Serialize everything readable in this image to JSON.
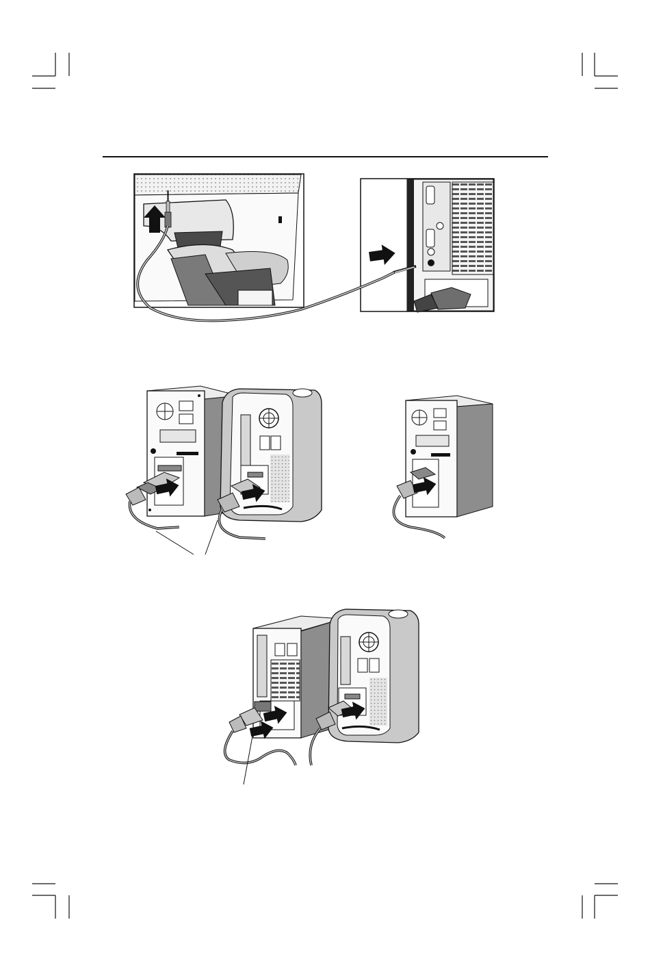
{
  "page": {
    "background": "#ffffff",
    "ink": "#111111",
    "fill_light": "#e6e6e6",
    "fill_mid": "#bdbdbd",
    "fill_dark": "#6e6e6e"
  },
  "figures": [
    {
      "name": "figure-audio-cable-connection",
      "icons": [
        "monitor-rear-icon",
        "audio-plug-icon",
        "pc-rear-panel-icon",
        "arrow-icon"
      ]
    },
    {
      "name": "figure-video-cable-pc-and-mac",
      "icons": [
        "pc-tower-icon",
        "mac-tower-icon",
        "vga-connector-icon",
        "arrow-icon"
      ]
    },
    {
      "name": "figure-video-cable-adapter",
      "icons": [
        "pc-tower-icon",
        "mac-tower-icon",
        "mac-adapter-icon",
        "arrow-icon"
      ]
    }
  ]
}
